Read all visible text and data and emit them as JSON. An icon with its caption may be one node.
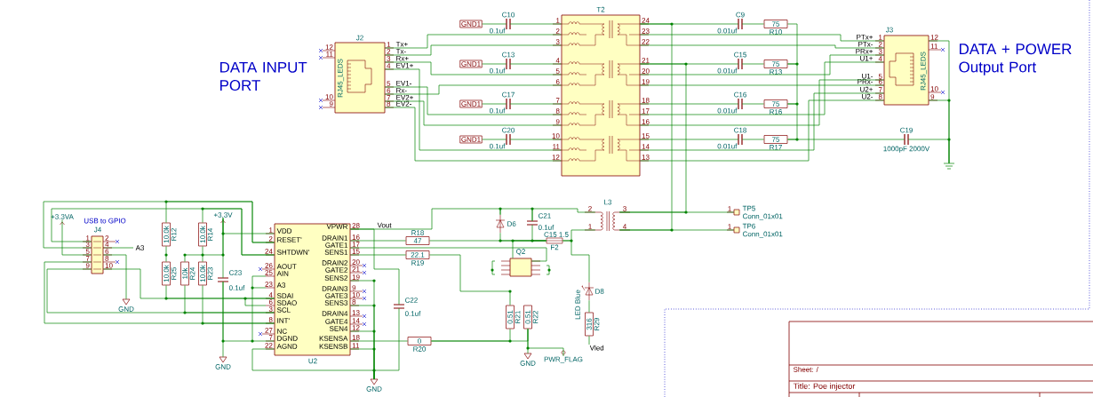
{
  "diagram": {
    "nodes": [
      {
        "text": [
          "J2",
          "1",
          "Tx+",
          "12",
          "2",
          "Tx-",
          "11",
          "3",
          "Rx+",
          "4",
          "EV1+",
          "RJ45_LEDS",
          "5",
          "EV1-",
          "6",
          "Rx-",
          "10",
          "7",
          "EV2+",
          "9",
          "8",
          "EV2-"
        ]
      },
      {
        "text": [
          "T2",
          "1",
          "24",
          "2",
          "23",
          "3",
          "22",
          "4",
          "21",
          "5",
          "20",
          "6",
          "19",
          "7",
          "18",
          "8",
          "17",
          "9",
          "16",
          "10",
          "15",
          "11",
          "14",
          "12",
          "13"
        ]
      },
      {
        "text": [
          "GND1"
        ]
      },
      {
        "text": [
          "C10",
          "0.1uf"
        ]
      },
      {
        "text": [
          "GND1"
        ]
      },
      {
        "text": [
          "C13",
          "0.1uf"
        ]
      },
      {
        "text": [
          "GND1"
        ]
      },
      {
        "text": [
          "C17",
          "0.1uf"
        ]
      },
      {
        "text": [
          "GND1"
        ]
      },
      {
        "text": [
          "C20",
          "0.1uf"
        ]
      },
      {
        "text": [
          "C9",
          "0.01uf"
        ]
      },
      {
        "text": [
          "75",
          "R10"
        ]
      },
      {
        "text": [
          "C15",
          "0.01uf"
        ]
      },
      {
        "text": [
          "75",
          "R13"
        ]
      },
      {
        "text": [
          "C16",
          "0.01uf"
        ]
      },
      {
        "text": [
          "75",
          "R16"
        ]
      },
      {
        "text": [
          "C18",
          "0.01uf"
        ]
      },
      {
        "text": [
          "75",
          "R17"
        ]
      },
      {
        "text": [
          "J3",
          "PTx+",
          "1",
          "12",
          "PTx-",
          "2",
          "11",
          "PRx+",
          "3",
          "U1+",
          "4",
          "RJ45_LEDS",
          "U1-",
          "5",
          "PRx-",
          "6",
          "10",
          "U2+",
          "7",
          "U2-",
          "8",
          "9"
        ]
      },
      {
        "text": [
          "C19",
          "1000pF 2000V"
        ]
      },
      {
        "text": [],
        "shape": "ground"
      },
      {
        "text": [
          "L3",
          "2",
          "3",
          "1",
          "4"
        ]
      },
      {
        "text": [
          "1",
          "TP5",
          "Conn_01x01"
        ]
      },
      {
        "text": [
          "1",
          "TP6",
          "Conn_01x01"
        ]
      },
      {
        "text": [
          "USB to GPIO",
          "J4",
          "1",
          "2",
          "3",
          "4",
          "5",
          "6",
          "7",
          "8",
          "9",
          "10"
        ]
      },
      {
        "text": [
          "+3.3VA"
        ]
      },
      {
        "text": [
          "GND"
        ]
      },
      {
        "text": [
          "10.0k",
          "R12"
        ]
      },
      {
        "text": [
          "10.0k",
          "R14"
        ]
      },
      {
        "text": [
          "10.0k",
          "R25"
        ]
      },
      {
        "text": [
          "10k",
          "R24"
        ]
      },
      {
        "text": [
          "10.0k",
          "R23"
        ]
      },
      {
        "text": [
          "+3.3V"
        ]
      },
      {
        "text": [
          "C23",
          "0.1uf"
        ]
      },
      {
        "text": [
          "GND"
        ]
      },
      {
        "text": [
          "VPWR",
          "28",
          "1",
          "VDD",
          "DRAIN1",
          "16",
          "2",
          "RESET'",
          "GATE1",
          "17",
          "24",
          "SHTDWN'",
          "SENS1",
          "15",
          "DRAIN2",
          "20",
          "26",
          "AOUT",
          "GATE2",
          "21",
          "25",
          "AIN",
          "SENS2",
          "19",
          "23",
          "A3",
          "DRAIN3",
          "9",
          "4",
          "SDAI",
          "GATE3",
          "10",
          "6",
          "SDAO",
          "SENS3",
          "8",
          "3",
          "SCL",
          "DRAIN4",
          "13",
          "8",
          "INT'",
          "GATE4",
          "14",
          "SEN4",
          "12",
          "27",
          "NC",
          "7",
          "DGND",
          "KSENSA",
          "18",
          "22",
          "AGND",
          "KSENSB",
          "11",
          "U2"
        ]
      },
      {
        "text": [
          "GND"
        ]
      },
      {
        "text": [
          "C22",
          "0.1uf"
        ]
      },
      {
        "text": [
          "R18",
          "47"
        ]
      },
      {
        "text": [
          "22.1",
          "R19"
        ]
      },
      {
        "text": [
          "D6"
        ]
      },
      {
        "text": [
          "C21",
          "0.1uf"
        ]
      },
      {
        "text": [
          "C15 1.5",
          "F2"
        ]
      },
      {
        "text": [
          "Q2"
        ]
      },
      {
        "text": [
          "0.51",
          "R21"
        ]
      },
      {
        "text": [
          "0.51",
          "R22"
        ]
      },
      {
        "text": [
          "0",
          "R20"
        ]
      },
      {
        "text": [
          "GND"
        ]
      },
      {
        "text": [
          "PWR_FLAG"
        ]
      },
      {
        "text": [
          "D8",
          "LED Blue"
        ]
      },
      {
        "text": [
          "316",
          "R29"
        ]
      },
      {
        "text": [
          "Vled"
        ]
      }
    ],
    "edges": [
      {
        "from": 0,
        "to": 1,
        "arrow": "none"
      },
      {
        "from": 0,
        "to": 1,
        "arrow": "none"
      },
      {
        "from": 0,
        "to": 1,
        "arrow": "none"
      },
      {
        "from": 0,
        "to": 1,
        "arrow": "none"
      },
      {
        "from": 0,
        "to": 1,
        "arrow": "none"
      },
      {
        "from": 0,
        "to": 1,
        "arrow": "none"
      },
      {
        "from": 0,
        "to": 1,
        "arrow": "none"
      },
      {
        "from": 0,
        "to": 1,
        "arrow": "none"
      },
      {
        "from": 2,
        "to": 3,
        "arrow": "none"
      },
      {
        "from": 3,
        "to": 1,
        "arrow": "none"
      },
      {
        "from": 4,
        "to": 5,
        "arrow": "none"
      },
      {
        "from": 5,
        "to": 1,
        "arrow": "none"
      },
      {
        "from": 6,
        "to": 7,
        "arrow": "none"
      },
      {
        "from": 7,
        "to": 1,
        "arrow": "none"
      },
      {
        "from": 8,
        "to": 9,
        "arrow": "none"
      },
      {
        "from": 9,
        "to": 1,
        "arrow": "none"
      },
      {
        "from": 1,
        "to": 10,
        "arrow": "none"
      },
      {
        "from": 10,
        "to": 11,
        "arrow": "none"
      },
      {
        "from": 1,
        "to": 12,
        "arrow": "none"
      },
      {
        "from": 12,
        "to": 13,
        "arrow": "none"
      },
      {
        "from": 1,
        "to": 14,
        "arrow": "none"
      },
      {
        "from": 14,
        "to": 15,
        "arrow": "none"
      },
      {
        "from": 1,
        "to": 16,
        "arrow": "none"
      },
      {
        "from": 16,
        "to": 17,
        "arrow": "none"
      },
      {
        "from": 11,
        "to": 13,
        "arrow": "none"
      },
      {
        "from": 13,
        "to": 15,
        "arrow": "none"
      },
      {
        "from": 15,
        "to": 17,
        "arrow": "none"
      },
      {
        "from": 17,
        "to": 19,
        "arrow": "none"
      },
      {
        "from": 19,
        "to": 20,
        "arrow": "none"
      },
      {
        "from": 1,
        "to": 18,
        "arrow": "none"
      },
      {
        "from": 1,
        "to": 18,
        "arrow": "none"
      },
      {
        "from": 1,
        "to": 18,
        "arrow": "none"
      },
      {
        "from": 1,
        "to": 18,
        "arrow": "none"
      },
      {
        "from": 1,
        "to": 18,
        "arrow": "none"
      },
      {
        "from": 1,
        "to": 18,
        "arrow": "none"
      },
      {
        "from": 1,
        "to": 18,
        "arrow": "none"
      },
      {
        "from": 1,
        "to": 18,
        "arrow": "none"
      },
      {
        "from": 18,
        "to": 20,
        "arrow": "none"
      },
      {
        "from": 18,
        "to": 20,
        "arrow": "none"
      },
      {
        "from": 1,
        "to": 21,
        "arrow": "none"
      },
      {
        "from": 1,
        "to": 21,
        "arrow": "none"
      },
      {
        "from": 21,
        "to": 22,
        "arrow": "none"
      },
      {
        "from": 21,
        "to": 23,
        "arrow": "none"
      },
      {
        "from": 24,
        "to": 35,
        "arrow": "none"
      },
      {
        "from": 24,
        "to": 35,
        "arrow": "none"
      },
      {
        "from": 24,
        "to": 35,
        "arrow": "none"
      },
      {
        "from": 24,
        "to": 35,
        "arrow": "none"
      },
      {
        "from": 24,
        "to": 35,
        "arrow": "none"
      },
      {
        "from": 24,
        "to": 26,
        "arrow": "none"
      },
      {
        "from": 24,
        "to": 25,
        "arrow": "none"
      },
      {
        "from": 27,
        "to": 29,
        "arrow": "none"
      },
      {
        "from": 28,
        "to": 31,
        "arrow": "none"
      },
      {
        "from": 29,
        "to": 35,
        "arrow": "none"
      },
      {
        "from": 30,
        "to": 35,
        "arrow": "none"
      },
      {
        "from": 31,
        "to": 35,
        "arrow": "none"
      },
      {
        "from": 27,
        "to": 35,
        "arrow": "none"
      },
      {
        "from": 28,
        "to": 35,
        "arrow": "none"
      },
      {
        "from": 32,
        "to": 35,
        "arrow": "none"
      },
      {
        "from": 32,
        "to": 33,
        "arrow": "none"
      },
      {
        "from": 33,
        "to": 34,
        "arrow": "none"
      },
      {
        "from": 32,
        "to": 30,
        "arrow": "none"
      },
      {
        "from": 35,
        "to": 33,
        "arrow": "none"
      },
      {
        "from": 35,
        "to": 37,
        "arrow": "none"
      },
      {
        "from": 37,
        "to": 36,
        "arrow": "none"
      },
      {
        "from": 35,
        "to": 36,
        "arrow": "none"
      },
      {
        "from": 35,
        "to": 36,
        "arrow": "none"
      },
      {
        "from": 35,
        "to": 36,
        "arrow": "none"
      },
      {
        "from": 35,
        "to": 36,
        "arrow": "none"
      },
      {
        "from": 35,
        "to": 36,
        "arrow": "none"
      },
      {
        "from": 35,
        "to": 38,
        "arrow": "none"
      },
      {
        "from": 38,
        "to": 42,
        "arrow": "none"
      },
      {
        "from": 35,
        "to": 39,
        "arrow": "none"
      },
      {
        "from": 39,
        "to": 44,
        "arrow": "none"
      },
      {
        "from": 35,
        "to": 43,
        "arrow": "none"
      },
      {
        "from": 43,
        "to": 42,
        "arrow": "none"
      },
      {
        "from": 35,
        "to": 40,
        "arrow": "none"
      },
      {
        "from": 40,
        "to": 42,
        "arrow": "none"
      },
      {
        "from": 40,
        "to": 41,
        "arrow": "none"
      },
      {
        "from": 41,
        "to": 21,
        "arrow": "none"
      },
      {
        "from": 41,
        "to": 42,
        "arrow": "none"
      },
      {
        "from": 42,
        "to": 21,
        "arrow": "none"
      },
      {
        "from": 42,
        "to": 49,
        "arrow": "none"
      },
      {
        "from": 49,
        "to": 50,
        "arrow": "none"
      },
      {
        "from": 50,
        "to": 51,
        "arrow": "none"
      },
      {
        "from": 35,
        "to": 46,
        "arrow": "none"
      },
      {
        "from": 46,
        "to": 44,
        "arrow": "none"
      },
      {
        "from": 46,
        "to": 45,
        "arrow": "none"
      },
      {
        "from": 45,
        "to": 47,
        "arrow": "none"
      },
      {
        "from": 45,
        "to": 48,
        "arrow": "none"
      }
    ],
    "labels": [
      "DATA INPUT PORT",
      "DATA + POWER Output Port",
      "A3",
      "Vout",
      "Sheet: /",
      "Title: Poe injector"
    ]
  }
}
